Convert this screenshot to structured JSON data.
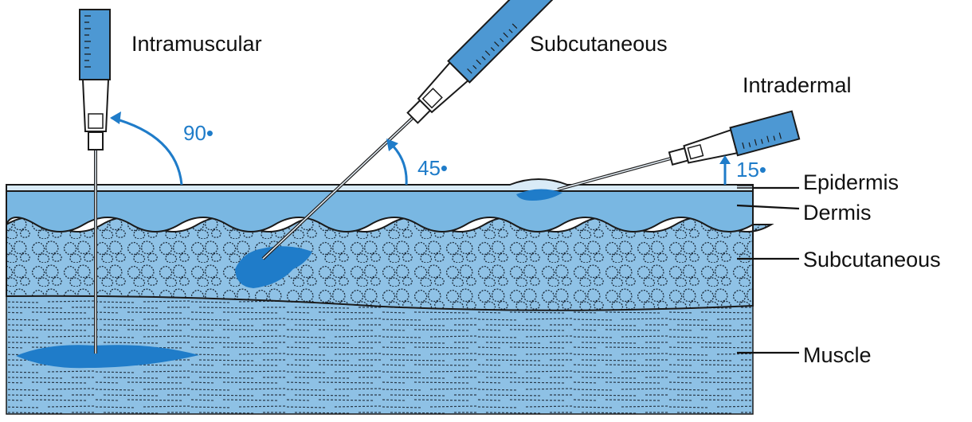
{
  "labels": {
    "intramuscular": "Intramuscular",
    "subcutaneous_top": "Subcutaneous",
    "intradermal": "Intradermal"
  },
  "angles": {
    "intramuscular": "90•",
    "subcutaneous": "45•",
    "intradermal": "15•"
  },
  "layers": {
    "epidermis": "Epidermis",
    "dermis": "Dermis",
    "subcutaneous": "Subcutaneous",
    "muscle": "Muscle"
  },
  "colors": {
    "dermis": "#79b7e2",
    "subcutaneous_tissue": "#8fc2e6",
    "muscle": "#8ec1e5",
    "injection_fluid": "#1f7cc9",
    "syringe_barrel": "#4d98d3"
  }
}
